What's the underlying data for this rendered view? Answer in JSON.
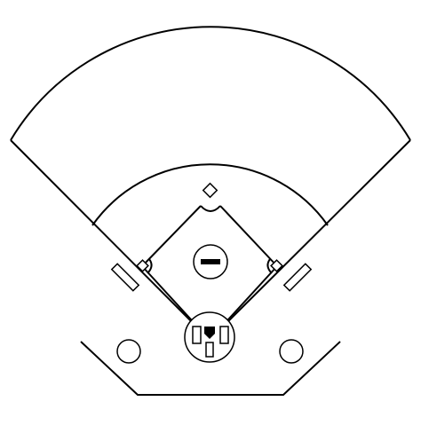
{
  "diagram": {
    "type": "baseball-field",
    "colors": {
      "line": "#000000",
      "background": "#ffffff"
    },
    "elements": [
      "outfield-fence",
      "infield-arc",
      "foul-lines",
      "infield-diamond",
      "pitchers-mound",
      "pitchers-rubber",
      "home-plate-circle",
      "batters-boxes",
      "catchers-box",
      "home-plate",
      "first-base",
      "second-base",
      "third-base",
      "on-deck-circles",
      "coaches-boxes",
      "backstop"
    ]
  }
}
